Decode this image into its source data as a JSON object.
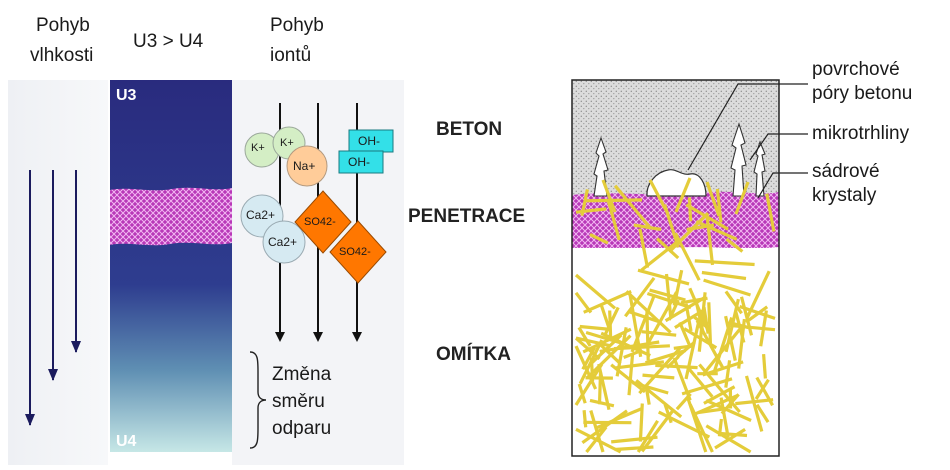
{
  "left": {
    "moisture_heading": [
      "Pohyb",
      "vlhkosti"
    ],
    "voltage_heading": "U3 > U4",
    "ion_heading": [
      "Pohyb",
      "iontů"
    ],
    "u_top": "U3",
    "u_bottom": "U4",
    "evap_note": [
      "Změna",
      "směru",
      "odparu"
    ],
    "ions": {
      "k1": "K+",
      "k2": "K+",
      "na": "Na+",
      "ca1": "Ca2+",
      "ca2": "Ca2+",
      "so1": "SO42-",
      "so2": "SO42-",
      "oh1": "OH-",
      "oh2": "OH-"
    }
  },
  "center": {
    "layer_top": "BETON",
    "layer_middle": "PENETRACE",
    "layer_bottom": "OMÍTKA"
  },
  "right": {
    "callout_pores": [
      "povrchové",
      "póry betonu"
    ],
    "callout_cracks": "mikrotrhliny",
    "callout_crystals": [
      "sádrové",
      "krystaly"
    ]
  },
  "colors": {
    "band_top": "#2a2a80",
    "band_bottom": "#bfe4e4",
    "penetration": "#c43ac4",
    "ion_green": "#d6efc6",
    "ion_orange": "#ffcc99",
    "ion_blue": "#d6eaf2",
    "sulfate": "#ff7700",
    "hydroxide": "#33e0e8",
    "crystal": "#e4cc3a"
  }
}
